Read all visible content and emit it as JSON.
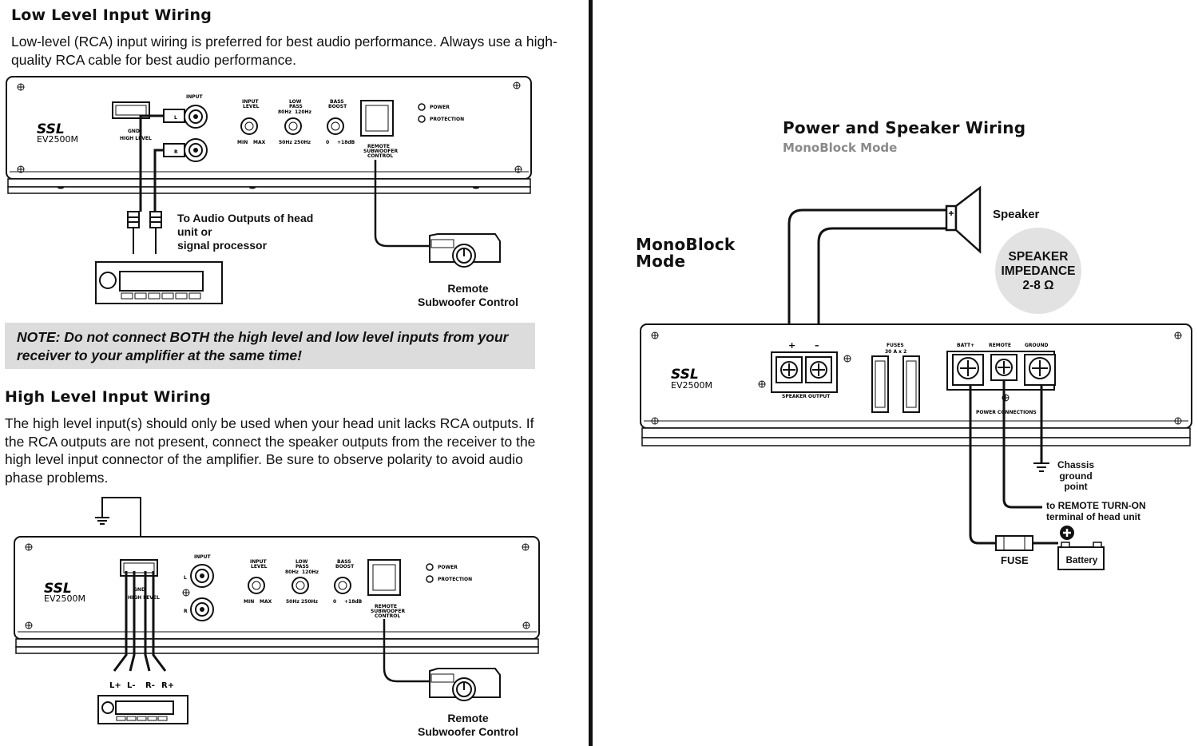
{
  "low": {
    "title": "Low Level Input Wiring",
    "body": "Low-level (RCA) input wiring is preferred for best audio performance. Always use a high-quality RCA cable for best audio performance.",
    "audio_label_l1": "To Audio Outputs of head",
    "audio_label_l2": "unit or",
    "audio_label_l3": "signal processor",
    "remote_l1": "Remote",
    "remote_l2": "Subwoofer Control"
  },
  "note": {
    "text": "NOTE: Do not connect BOTH the high level and low level inputs from your receiver to your amplifier at the same time!"
  },
  "high": {
    "title": "High Level Input Wiring",
    "body": "The high level input(s) should only be used when your head unit lacks RCA outputs. If the RCA outputs are not present, connect the speaker outputs from the receiver to the high level input connector of the amplifier. Be sure to observe polarity to avoid audio phase problems.",
    "remote_l1": "Remote",
    "remote_l2": "Subwoofer Control",
    "wires": [
      "L+",
      "L-",
      "R-",
      "R+"
    ]
  },
  "amp": {
    "brand": "SSL",
    "model": "EV2500M",
    "input": "INPUT",
    "input_level": [
      "INPUT",
      "LEVEL"
    ],
    "low_pass": [
      "LOW",
      "PASS"
    ],
    "bass_boost": [
      "BASS",
      "BOOST"
    ],
    "min": "MIN",
    "max": "MAX",
    "lp_80": "80Hz",
    "lp_120": "120Hz",
    "lp_50": "50Hz",
    "lp_250": "250Hz",
    "bb_0": "0",
    "bb_18": "+18dB",
    "remote_ctrl": [
      "REMOTE",
      "SUBWOOFER",
      "CONTROL"
    ],
    "power": "POWER",
    "protection": "PROTECTION",
    "gnd": "GND",
    "high_level": "HIGH LEVEL",
    "l": "L",
    "r": "R"
  },
  "power": {
    "title": "Power and Speaker Wiring",
    "subtitle": "MonoBlock Mode",
    "mode_l1": "MonoBlock",
    "mode_l2": "Mode",
    "speaker": "Speaker",
    "impedance_l1": "SPEAKER",
    "impedance_l2": "IMPEDANCE",
    "impedance_l3": "2-8 Ω",
    "fuses_l1": "FUSES",
    "fuses_l2": "30 A x 2",
    "batt": "BATT+",
    "remote": "REMOTE",
    "ground": "GROUND",
    "speaker_output": "SPEAKER OUTPUT",
    "power_connections": "POWER CONNECTIONS",
    "plus": "+",
    "minus": "–",
    "chassis_l1": "Chassis",
    "chassis_l2": "ground",
    "chassis_l3": "point",
    "remote_turn_on_l1": "to REMOTE TURN-ON",
    "remote_turn_on_l2": "terminal of head unit",
    "fuse": "FUSE",
    "battery": "Battery"
  }
}
